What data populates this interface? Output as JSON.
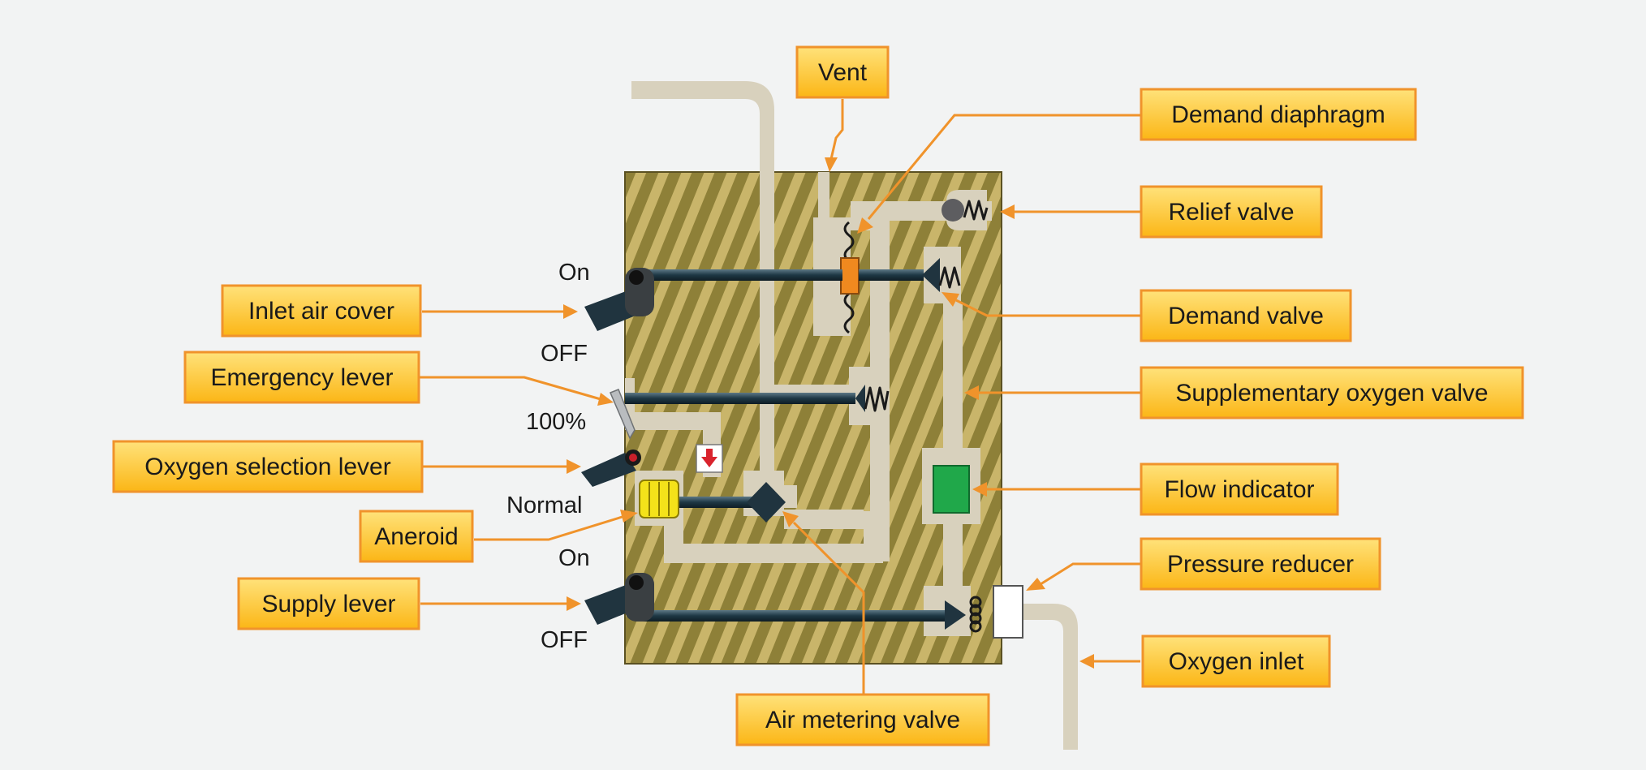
{
  "labels": {
    "vent": "Vent",
    "demand_diaphragm": "Demand diaphragm",
    "relief_valve": "Relief valve",
    "demand_valve": "Demand valve",
    "supplementary_oxygen_valve": "Supplementary oxygen valve",
    "flow_indicator": "Flow indicator",
    "pressure_reducer": "Pressure reducer",
    "oxygen_inlet": "Oxygen inlet",
    "air_metering_valve": "Air metering valve",
    "inlet_air_cover": "Inlet air cover",
    "emergency_lever": "Emergency lever",
    "oxygen_selection_lever": "Oxygen selection lever",
    "aneroid": "Aneroid",
    "supply_lever": "Supply lever"
  },
  "positions": {
    "inlet_on": "On",
    "inlet_off": "OFF",
    "emergency_100": "100%",
    "selection_normal": "Normal",
    "supply_on": "On",
    "supply_off": "OFF"
  },
  "colors": {
    "callout_fill_top": "#ffe27a",
    "callout_fill_bottom": "#fbb616",
    "callout_stroke": "#f0932b",
    "body_base": "#8e8038",
    "body_stripe": "#c9b56a",
    "passage": "#d8d1bd",
    "rod": "#1f3a48",
    "flow_indicator": "#20a84a",
    "diaphragm_plate": "#f0891f",
    "aneroid": "#f4e21a",
    "background": "#f2f3f3"
  }
}
